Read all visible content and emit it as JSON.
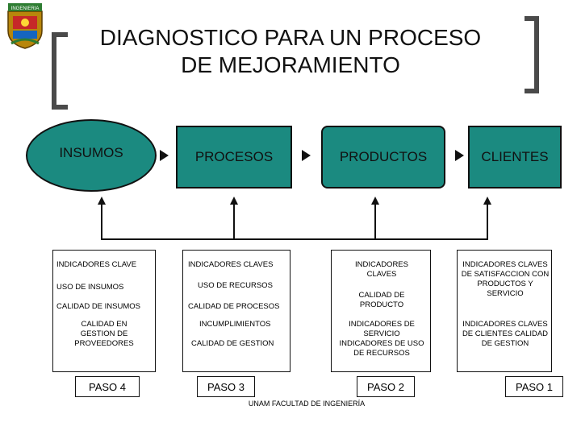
{
  "title": "DIAGNOSTICO PARA UN PROCESO\nDE MEJORAMIENTO",
  "logo": {
    "text": "INGENIERIA",
    "icon": "unam-engineering-logo"
  },
  "flow": {
    "insumos": "INSUMOS",
    "procesos": "PROCESOS",
    "productos": "PRODUCTOS",
    "clientes": "CLIENTES",
    "accent": "#1b8a80"
  },
  "columns": {
    "insumos": [
      "INDICADORES CLAVE",
      "USO DE INSUMOS",
      "CALIDAD DE INSUMOS",
      "CALIDAD EN GESTION DE PROVEEDORES"
    ],
    "procesos": [
      "INDICADORES CLAVES",
      "USO DE RECURSOS",
      "CALIDAD DE PROCESOS",
      "INCUMPLIMIENTOS",
      "CALIDAD DE GESTION"
    ],
    "productos": [
      "INDICADORES CLAVES",
      "CALIDAD DE PRODUCTO",
      "INDICADORES DE SERVICIO INDICADORES DE USO DE RECURSOS"
    ],
    "clientes": [
      "INDICADORES CLAVES DE SATISFACCION CON PRODUCTOS Y SERVICIO",
      "INDICADORES CLAVES DE CLIENTES CALIDAD DE GESTION"
    ]
  },
  "steps": {
    "paso4": "PASO 4",
    "paso3": "PASO 3",
    "paso2": "PASO 2",
    "paso1": "PASO 1"
  },
  "footer": "UNAM FACULTAD DE INGENIERÍA"
}
